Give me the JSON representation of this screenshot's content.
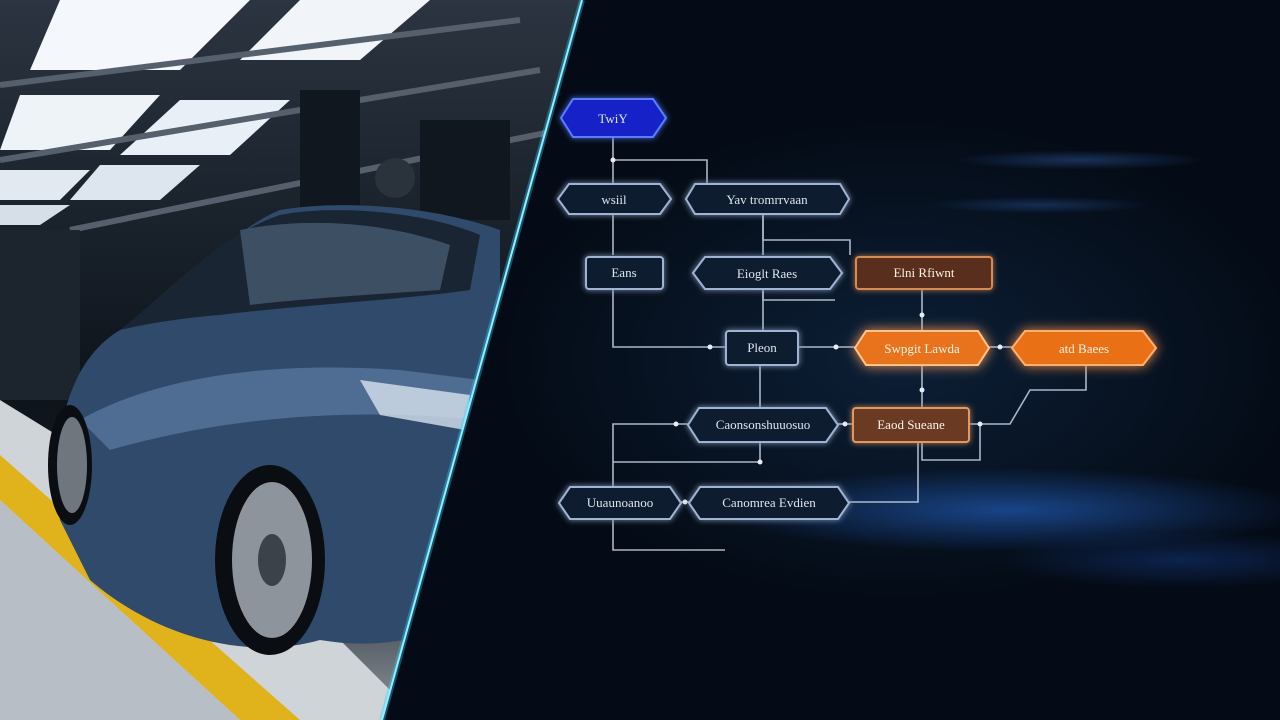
{
  "flowchart": {
    "nodes": [
      {
        "id": "start",
        "label": "TwiY",
        "style": "start"
      },
      {
        "id": "n1",
        "label": "wsiil",
        "style": "normal"
      },
      {
        "id": "n2",
        "label": "Yav tromrrvaan",
        "style": "normal"
      },
      {
        "id": "n3",
        "label": "Eans",
        "style": "normal"
      },
      {
        "id": "n4",
        "label": "Eioglt Raes",
        "style": "normal"
      },
      {
        "id": "n5",
        "label": "Elni Rfiwnt",
        "style": "brown"
      },
      {
        "id": "n6",
        "label": "Pleon",
        "style": "normal"
      },
      {
        "id": "n7",
        "label": "Swpgit Lawda",
        "style": "orange"
      },
      {
        "id": "n8",
        "label": "atd Baees",
        "style": "orange"
      },
      {
        "id": "n9",
        "label": "Caonsonshuuosuo",
        "style": "normal"
      },
      {
        "id": "n10",
        "label": "Eaod Sueane",
        "style": "brown"
      },
      {
        "id": "n11",
        "label": "Uuaunoanoo",
        "style": "normal"
      },
      {
        "id": "n12",
        "label": "Canomrea Evdien",
        "style": "normal"
      }
    ]
  },
  "colors": {
    "accent_blue": "#2f5bff",
    "node_border": "#9fb4d4",
    "orange": "#e8731f",
    "brown": "#6a3a22",
    "divider": "#2fd3ff"
  }
}
